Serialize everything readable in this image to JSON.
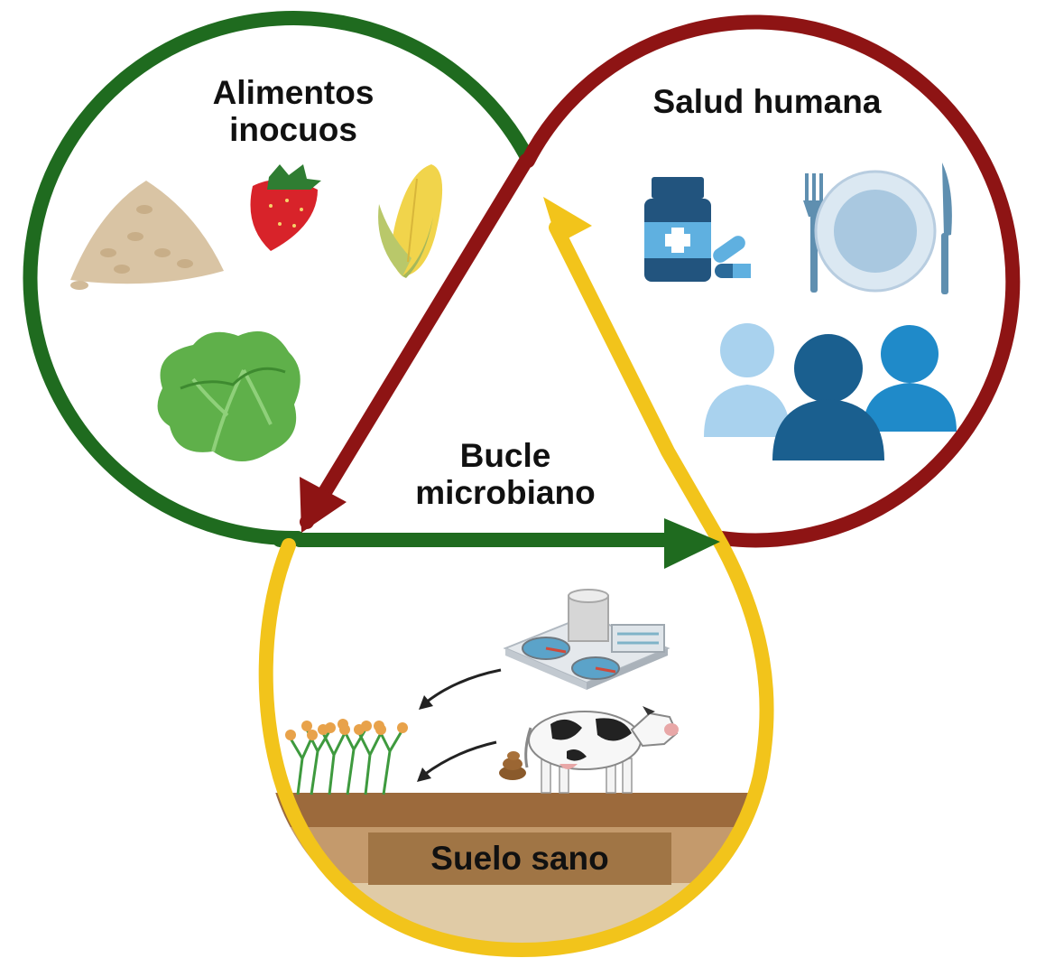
{
  "labels": {
    "food": "Alimentos\ninocuos",
    "health": "Salud humana",
    "loop": "Bucle\nmicrobiano",
    "soil": "Suelo sano"
  },
  "colors": {
    "food_ring": "#1f6b1f",
    "health_ring": "#8e1414",
    "soil_ring": "#f2c41b",
    "soil_band": "#a07545"
  },
  "icons": {
    "food": [
      "oats-icon",
      "strawberry-icon",
      "corn-icon",
      "lettuce-icon"
    ],
    "health": [
      "medicine-bottle-icon",
      "pills-icon",
      "fork-icon",
      "plate-icon",
      "knife-icon",
      "people-group-icon"
    ],
    "soil": [
      "treatment-plant-icon",
      "cow-icon",
      "manure-icon",
      "crops-icon",
      "curved-arrow-icon"
    ]
  }
}
